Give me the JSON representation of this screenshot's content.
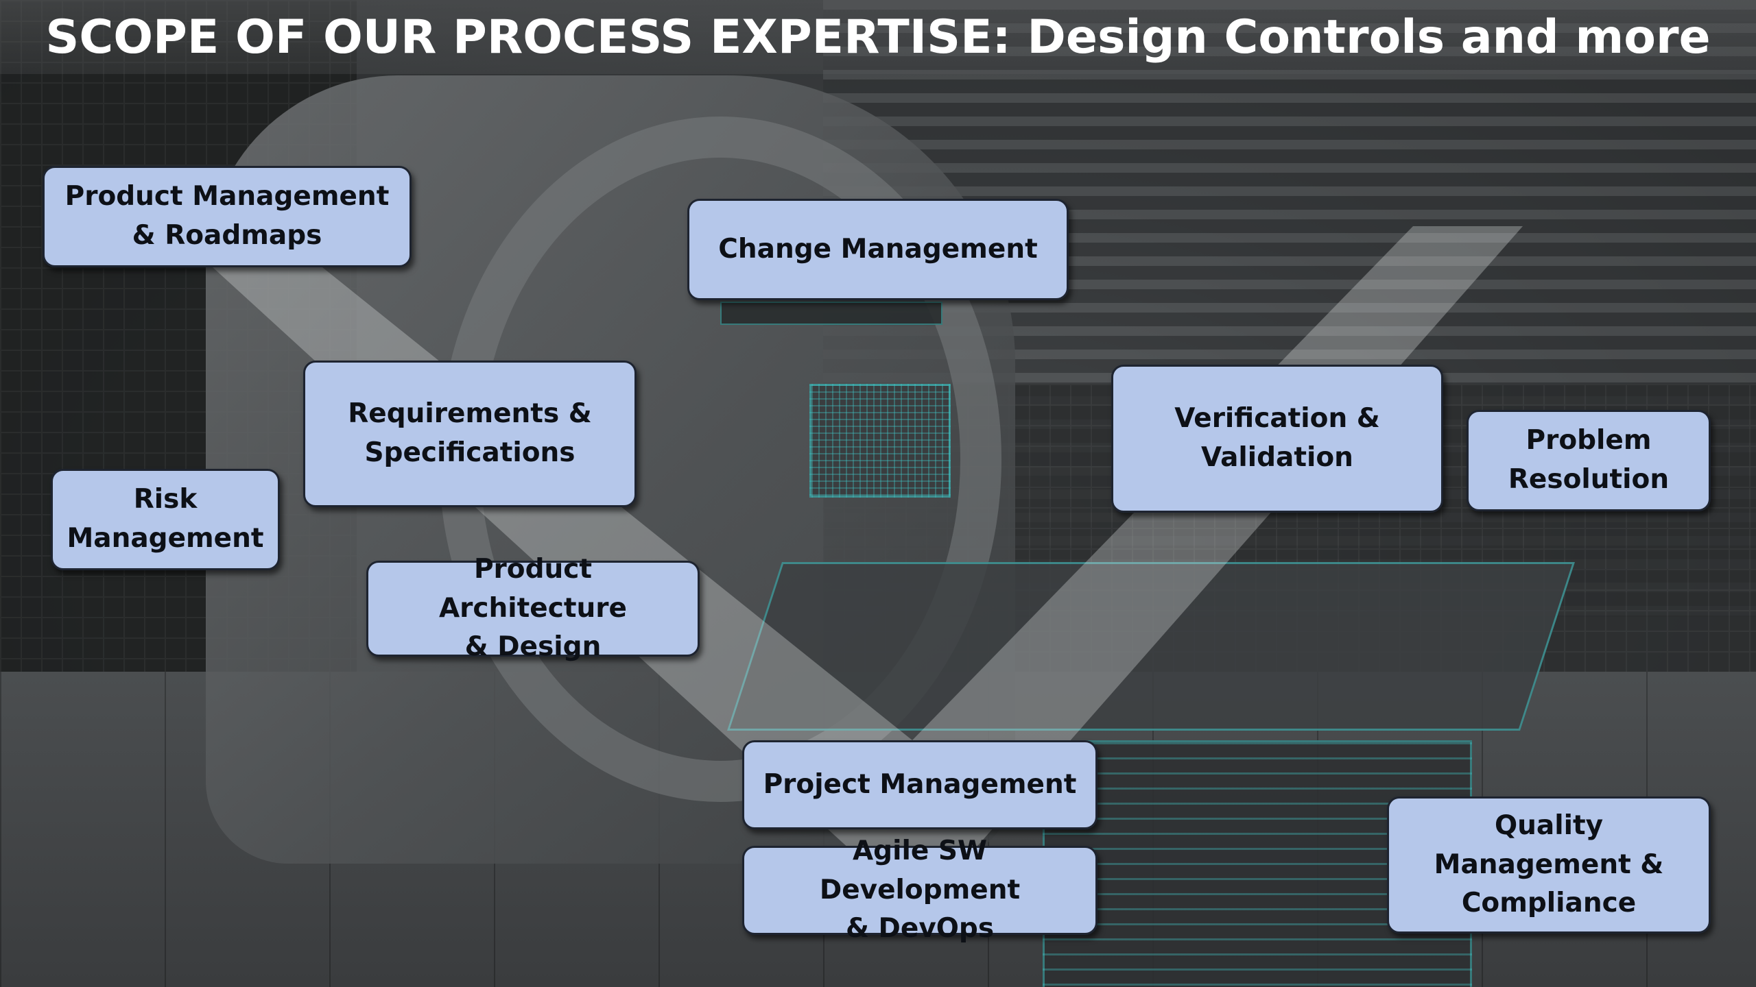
{
  "title": "SCOPE OF OUR PROCESS EXPERTISE: Design Controls and more",
  "boxes": {
    "product_management": "Product Management\n& Roadmaps",
    "change_management": "Change Management",
    "requirements": "Requirements &\nSpecifications",
    "risk_management": "Risk\nManagement",
    "verification": "Verification &\nValidation",
    "problem_resolution": "Problem\nResolution",
    "architecture": "Product Architecture\n& Design",
    "project_management": "Project Management",
    "agile": "Agile SW Development\n& DevOps",
    "quality": "Quality\nManagement &\nCompliance"
  },
  "colors": {
    "box_fill": "#b5c7ea",
    "box_border": "#1e2430",
    "title_text": "#ffffff",
    "accent_wireframe": "#40c4c4"
  }
}
